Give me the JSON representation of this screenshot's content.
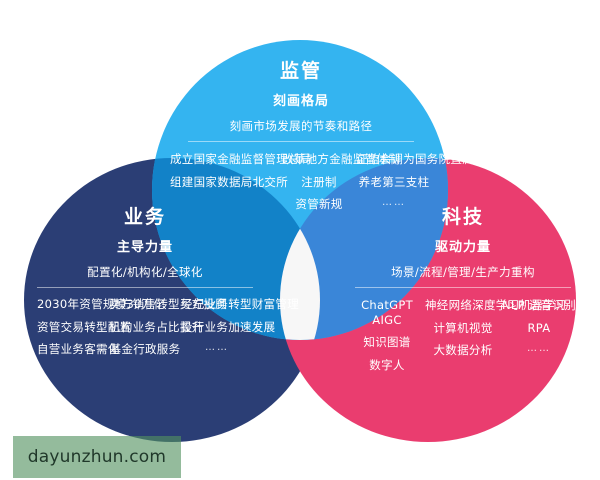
{
  "diagram": {
    "type": "venn-3-circle",
    "groups": [
      {
        "id": "regulation",
        "title": "监管",
        "subtitle": "刻画格局",
        "description": "刻画市场发展的节奏和路径",
        "color": "#34b4f0",
        "columns": [
          [
            "成立国家金融监督管理总局",
            "组建国家数据局北交所"
          ],
          [
            "改革地方金融监管体制",
            "注册制",
            "资管新规"
          ],
          [
            "证监会调为国务院直属机构",
            "养老第三支柱",
            "……"
          ]
        ]
      },
      {
        "id": "business",
        "title": "业务",
        "subtitle": "主导力量",
        "description": "配置化/机构化/全球化",
        "color": "#2b3e75",
        "columns": [
          [
            "2030年资管规模30万亿",
            "资管交易转型配置",
            "自营业务客需化"
          ],
          [
            "卖方销售转型买方投顾",
            "机构业务占比提升",
            "基金行政服务"
          ],
          [
            "经纪业务转型财富管理",
            "投行业务加速发展",
            "……"
          ]
        ]
      },
      {
        "id": "technology",
        "title": "科技",
        "subtitle": "驱动力量",
        "description": "场景/流程/管理/生产力重构",
        "color": "#ea3d6f",
        "columns": [
          [
            "ChatGPT AIGC",
            "知识图谱",
            "数字人"
          ],
          [
            "神经网络深度学习机器学习",
            "计算机视觉",
            "大数据分析"
          ],
          [
            "NLP 语音识别",
            "RPA",
            "……"
          ]
        ]
      }
    ],
    "overlaps": {
      "regulation_business": "#1282c8",
      "regulation_technology": "#3a86d8",
      "center": "#f7f7f7"
    }
  },
  "watermark": {
    "text": "dayunzhun.com",
    "background": "#53915f"
  }
}
